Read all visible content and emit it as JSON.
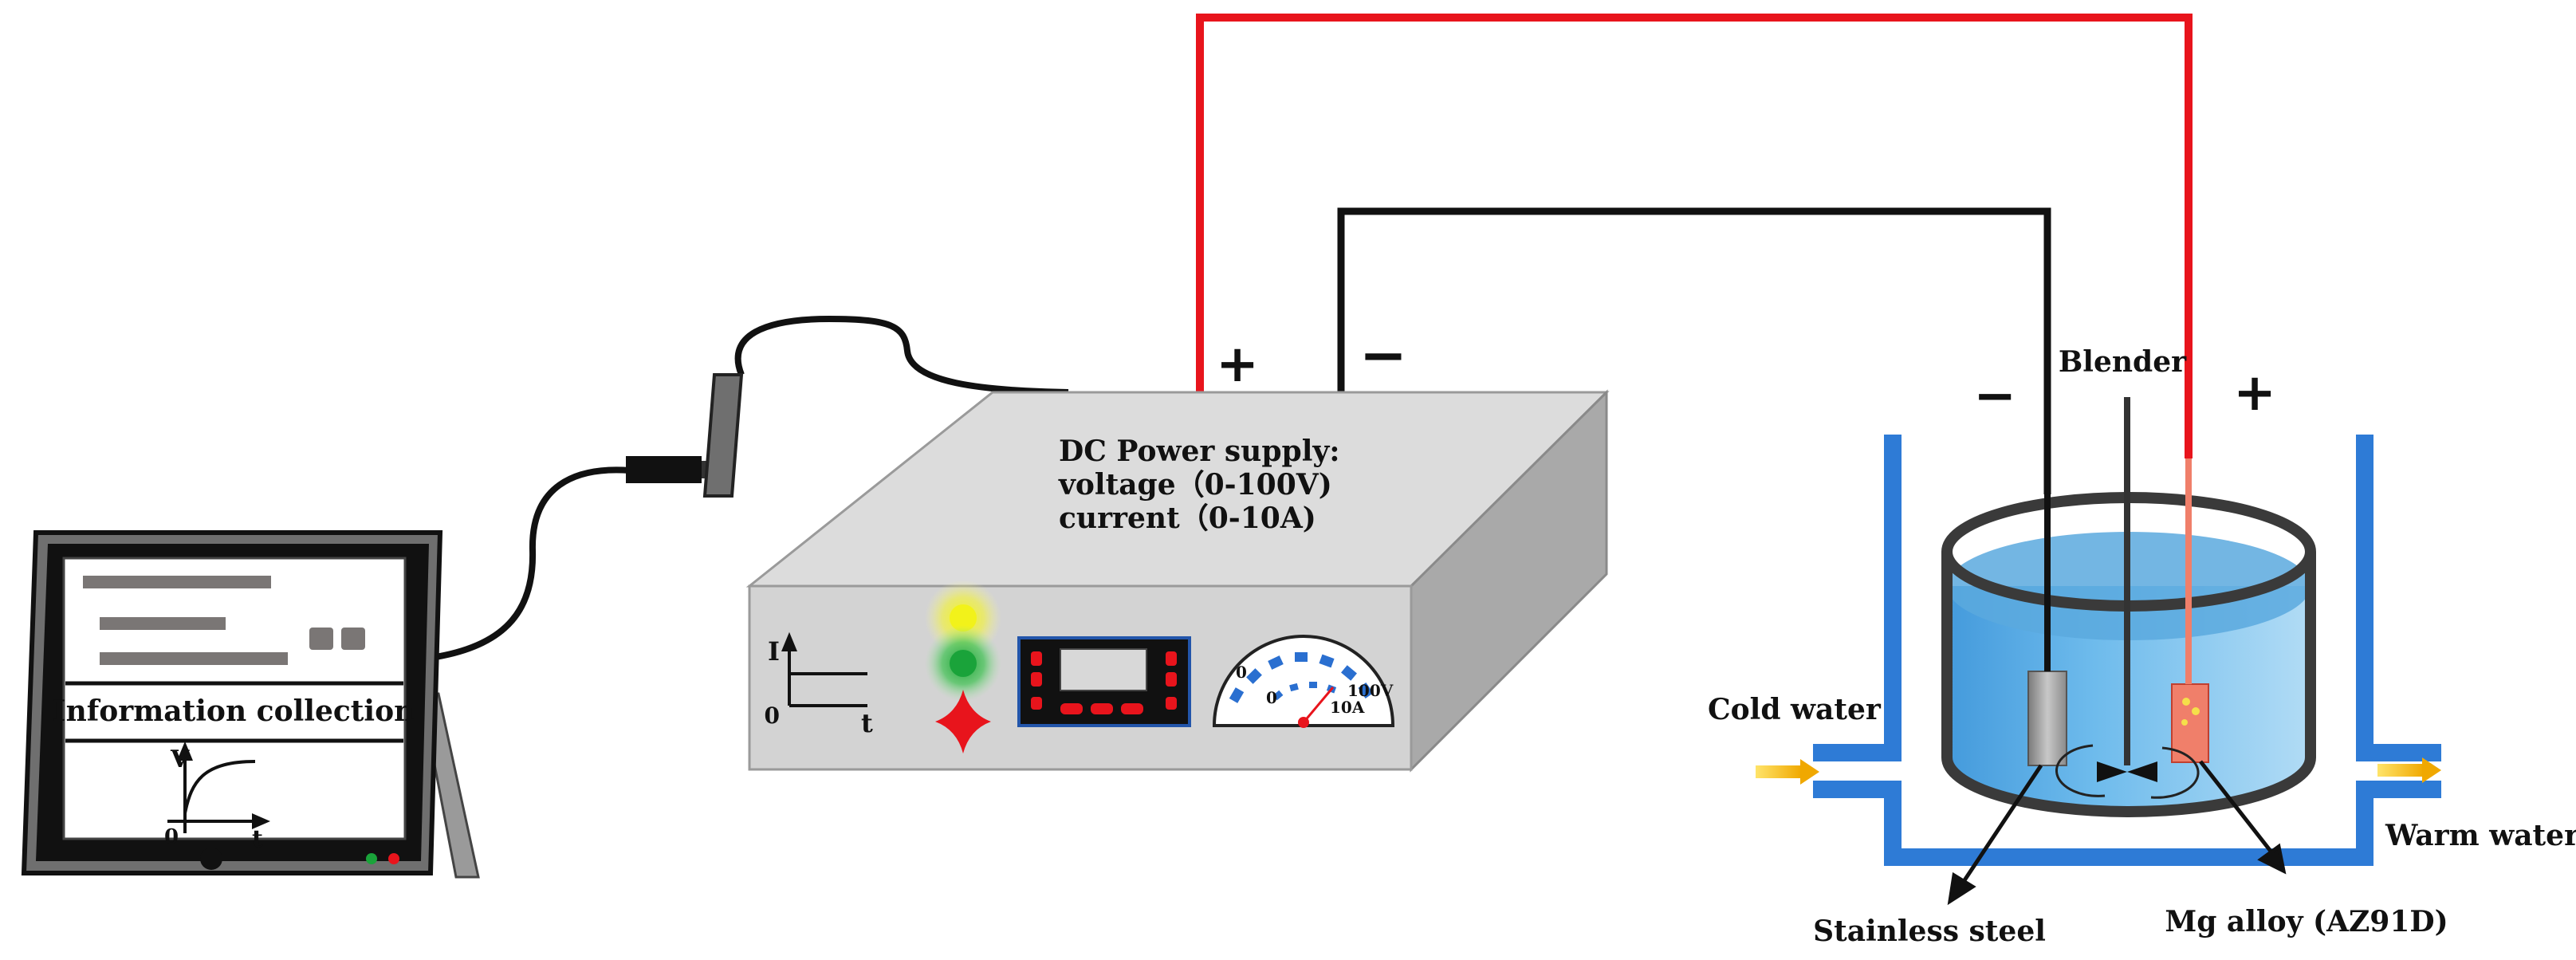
{
  "power_supply": {
    "title": "DC Power supply:",
    "voltage": "voltage（0-100V)",
    "current": "current（0-10A)",
    "plus": "+",
    "minus": "−",
    "graph_axis_i": "I",
    "graph_axis_t": "t",
    "graph_origin": "0",
    "meter_zero_outer": "0",
    "meter_zero_inner": "0",
    "meter_voltage": "100V",
    "meter_current": "10A"
  },
  "computer": {
    "title": "Information collection",
    "graph_axis_v": "V",
    "graph_axis_t": "t",
    "graph_origin": "0"
  },
  "cell": {
    "blender": "Blender",
    "minus": "−",
    "plus": "+",
    "cold_water": "Cold water",
    "warm_water": "Warm water",
    "stainless_steel": "Stainless steel",
    "mg_alloy": "Mg alloy (AZ91D)"
  },
  "colors": {
    "positive_wire": "#e8141c",
    "negative_wire": "#111111",
    "water_jacket": "#2e7bd6",
    "water": "#4aa7e6",
    "water_arrow": "#f5c518",
    "indicator_yellow": "#f2f21a",
    "indicator_green": "#1aa33a",
    "button_red": "#e8141c",
    "meter_ticks": "#2a6fd0",
    "box_front": "#d3d3d3",
    "box_top": "#dcdcdc",
    "box_side": "#a9a9a9"
  }
}
